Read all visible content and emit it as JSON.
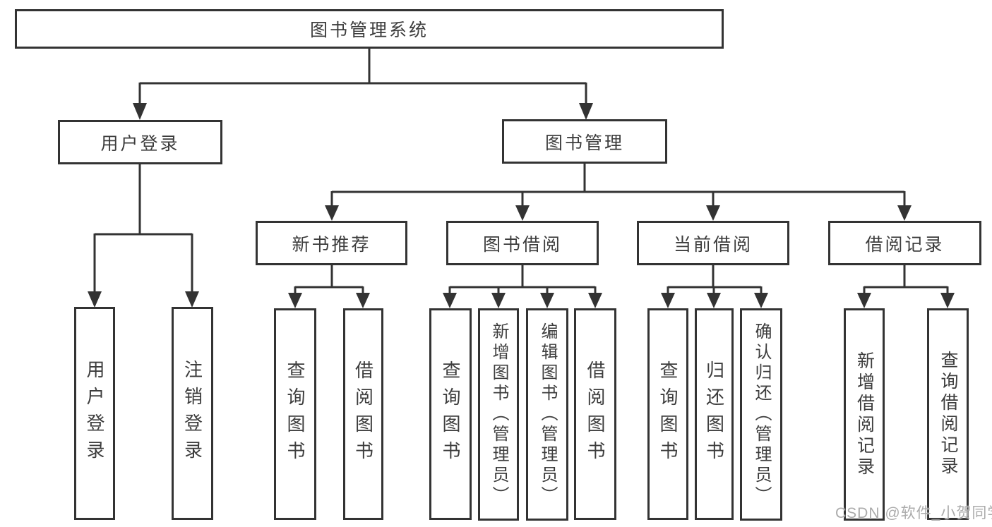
{
  "tree": {
    "label": "图书管理系统",
    "children": [
      {
        "label": "用户登录",
        "children": [
          {
            "label": "用户登录"
          },
          {
            "label": "注销登录"
          }
        ]
      },
      {
        "label": "图书管理",
        "children": [
          {
            "label": "新书推荐",
            "children": [
              {
                "label": "查询图书"
              },
              {
                "label": "借阅图书"
              }
            ]
          },
          {
            "label": "图书借阅",
            "children": [
              {
                "label": "查询图书"
              },
              {
                "label": "新增图书（管理员）"
              },
              {
                "label": "编辑图书（管理员）"
              },
              {
                "label": "借阅图书"
              }
            ]
          },
          {
            "label": "当前借阅",
            "children": [
              {
                "label": "查询图书"
              },
              {
                "label": "归还图书"
              },
              {
                "label": "确认归还（管理员）"
              }
            ]
          },
          {
            "label": "借阅记录",
            "children": [
              {
                "label": "新增借阅记录"
              },
              {
                "label": "查询借阅记录"
              }
            ]
          }
        ]
      }
    ]
  },
  "watermark": {
    "text": "CSDN @软件_小贺同学"
  },
  "colors": {
    "background": "#ffffff",
    "line": "#333333",
    "text": "#3d3d3d",
    "watermark": "#ababab"
  }
}
